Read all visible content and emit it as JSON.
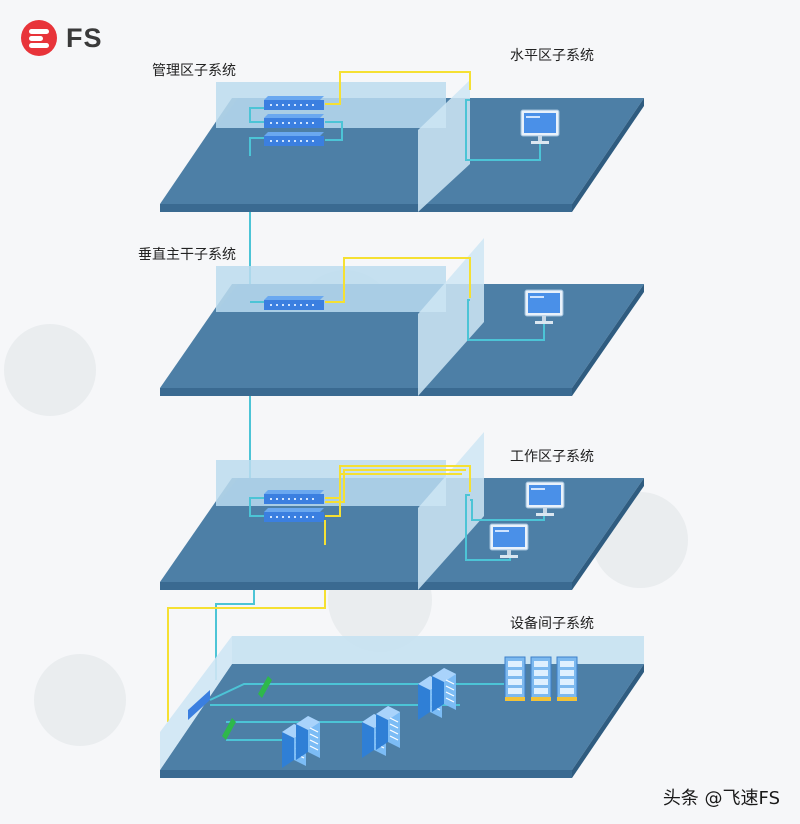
{
  "brand": {
    "name": "FS",
    "logo_icon": "fs-logo-icon",
    "color": "#e8343a"
  },
  "floors": [
    {
      "label": "管理区子系统",
      "right_label": "水平区子系统"
    },
    {
      "label": "垂直主干子系统"
    },
    {
      "label": "",
      "right_label": "工作区子系统"
    },
    {
      "right_label": "设备间子系统"
    }
  ],
  "credit": "头条 @飞速FS",
  "colors": {
    "floor_top": "#4d7fa6",
    "floor_edge": "#3a6a91",
    "glass": "#bcdcef",
    "cable_yellow": "#f5e033",
    "cable_cyan": "#4cc4d6",
    "device": "#3b7fe0",
    "monitor": "#4a90e8",
    "green_device": "#2eb84b"
  }
}
